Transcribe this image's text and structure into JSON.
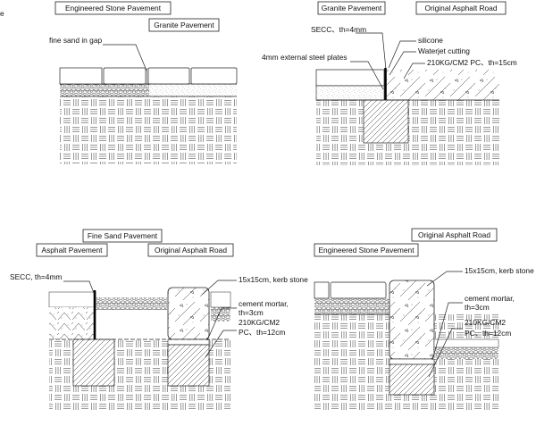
{
  "edge_mark": "e",
  "details": [
    {
      "id": "a",
      "tags": [
        "Engineered Stone Pavement",
        "Granite Pavement"
      ],
      "notes": [
        "fine sand in gap"
      ]
    },
    {
      "id": "b",
      "tags": [
        "Granite Pavement",
        "Original Asphalt Road"
      ],
      "notes": [
        "SECC、th=4mm",
        "silicone",
        "Waterjet cutting",
        "210KG/CM2 PC、th=15cm",
        "4mm external steel plates"
      ]
    },
    {
      "id": "c",
      "tags": [
        "Fine Sand Pavement",
        "Asphalt Pavement",
        "Original Asphalt Road"
      ],
      "notes": [
        "SECC, th=4mm",
        "15x15cm, kerb stone",
        "cement mortar,",
        "th=3cm",
        "210KG/CM2",
        "PC、th=12cm"
      ]
    },
    {
      "id": "d",
      "tags": [
        "Original Asphalt Road",
        "Engineered Stone Pavement"
      ],
      "notes": [
        "15x15cm, kerb stone",
        "cement mortar,",
        "th=3cm",
        "210KG/CM2",
        "PC、th=12cm"
      ]
    }
  ]
}
